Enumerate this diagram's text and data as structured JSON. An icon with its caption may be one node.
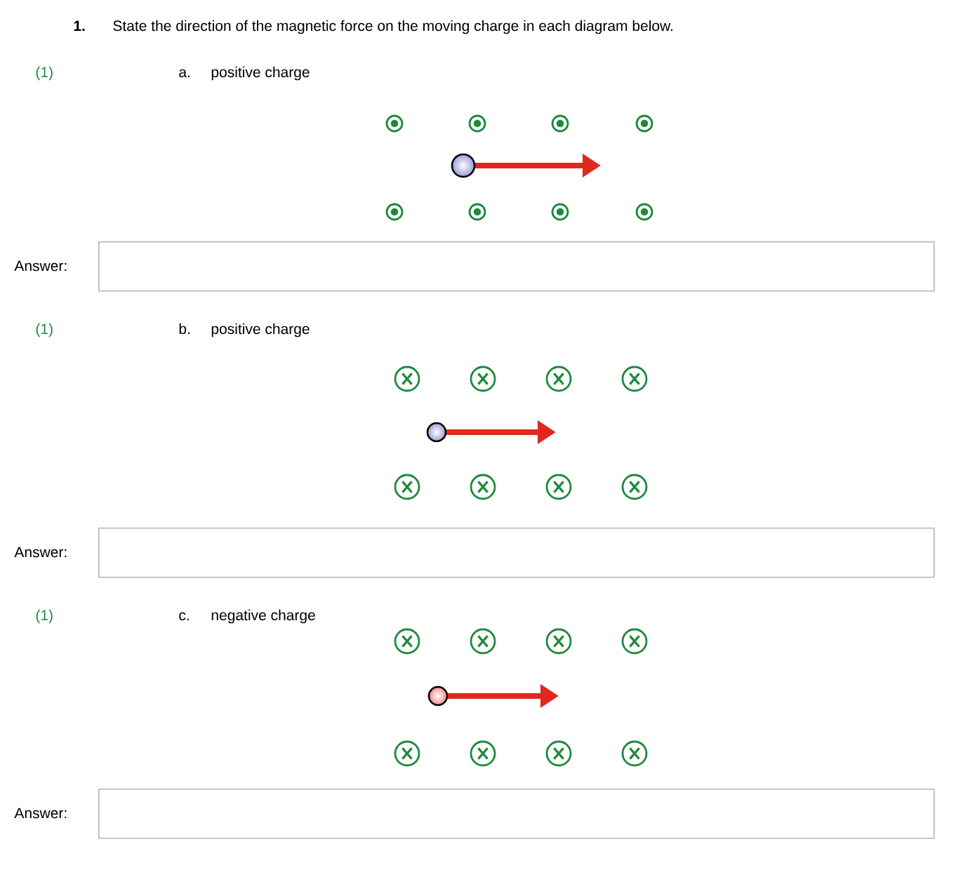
{
  "diagram": {
    "title": "State the direction of the magnetic force on the moving charge in each diagram below.",
    "nodes": [
      {
        "text": [],
        "shape": "box",
        "beside": [
          "Answer:"
        ]
      },
      {
        "text": [],
        "shape": "box",
        "beside": [
          "Answer:"
        ]
      },
      {
        "text": [],
        "shape": "box",
        "beside": [
          "Answer:"
        ]
      }
    ],
    "labels": [
      "1.",
      "(1)",
      "a.",
      "positive charge",
      "(1)",
      "b.",
      "positive charge",
      "(1)",
      "c.",
      "negative charge"
    ]
  }
}
